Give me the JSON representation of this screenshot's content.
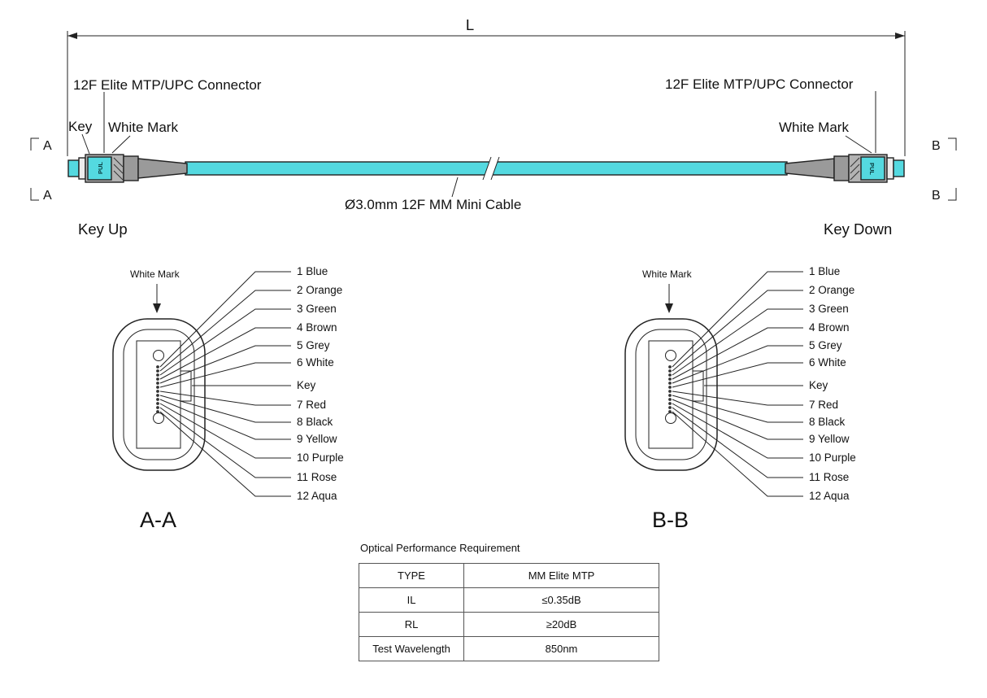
{
  "top": {
    "dim_label": "L",
    "connector_label_left": "12F Elite MTP/UPC Connector",
    "connector_label_right": "12F Elite MTP/UPC Connector",
    "key_label": "Key",
    "white_mark_left": "White Mark",
    "white_mark_right": "White Mark",
    "section_a": "A",
    "section_b": "B",
    "key_up": "Key Up",
    "key_down": "Key Down",
    "cable_label": "Ø3.0mm 12F MM Mini Cable",
    "pull_tab": "PUL"
  },
  "faces": {
    "white_mark": "White Mark",
    "left_title": "A-A",
    "right_title": "B-B",
    "fiber_labels": [
      "1 Blue",
      "2 Orange",
      "3 Green",
      "4 Brown",
      "5 Grey",
      "6 White",
      "Key",
      "7 Red",
      "8 Black",
      "9 Yellow",
      "10 Purple",
      "11 Rose",
      "12 Aqua"
    ]
  },
  "table": {
    "title": "Optical Performance Requirement",
    "rows": [
      {
        "label": "TYPE",
        "value": "MM Elite MTP"
      },
      {
        "label": "IL",
        "value": "≤0.35dB"
      },
      {
        "label": "RL",
        "value": "≥20dB"
      },
      {
        "label": "Test Wavelength",
        "value": "850nm"
      }
    ]
  },
  "colors": {
    "aqua": "#54d9e0",
    "connector_gray": "#b3b3b3",
    "rear_gray": "#9a9a9a"
  }
}
